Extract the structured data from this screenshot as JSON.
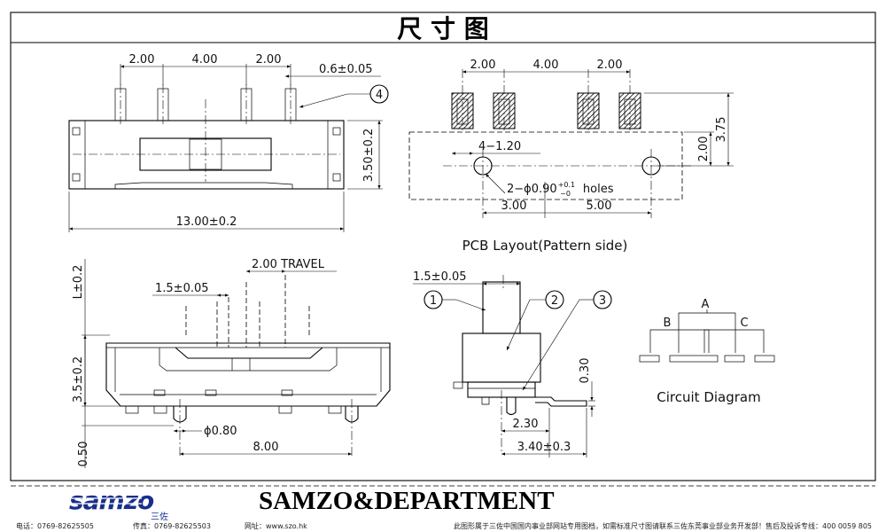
{
  "title": "尺    寸    图",
  "front_view": {
    "dim_top_1": "2.00",
    "dim_top_2": "4.00",
    "dim_top_3": "2.00",
    "dim_pin_width": "0.6±0.05",
    "callout_4": "4",
    "dim_height": "3.50±0.2",
    "dim_length": "13.00±0.2"
  },
  "pcb_layout": {
    "dim_top_1": "2.00",
    "dim_top_2": "4.00",
    "dim_top_3": "2.00",
    "dim_pad": "4−1.20",
    "dim_pad_height": "3.75",
    "dim_hole_offset": "2.00",
    "holes_prefix": "2−ϕ0.90",
    "holes_tol_upper": "+0.1",
    "holes_tol_lower": "−0",
    "holes_suffix": "holes",
    "dim_bottom_1": "3.00",
    "dim_bottom_2": "5.00",
    "caption": "PCB Layout(Pattern side)"
  },
  "side_view": {
    "dim_l": "L±0.2",
    "dim_travel": "2.00 TRAVEL",
    "dim_actuator": "1.5±0.05",
    "dim_body": "3.5±0.2",
    "dim_stub": "0.50",
    "dim_pin_dia": "ϕ0.80",
    "dim_pin_span": "8.00"
  },
  "end_view": {
    "dim_actuator": "1.5±0.05",
    "callout_1": "1",
    "callout_2": "2",
    "callout_3": "3",
    "dim_pin_thk": "0.30",
    "dim_inner": "2.30",
    "dim_outer": "3.40±0.3"
  },
  "circuit": {
    "label_a": "A",
    "label_b": "B",
    "label_c": "C",
    "caption": "Circuit Diagram"
  },
  "footer": {
    "brand": "SAMZO&DEPARTMENT",
    "logo_text": "samzo",
    "logo_sub": "三佐",
    "phone": "电话：0769-82625505",
    "fax": "传真：0769-82625503",
    "website": "网址：www.szo.hk",
    "notice": "此图形属于三佐中国国内事业部网站专用图档，如需标准尺寸图请联系三佐东莞事业部业务开发部！售后及投诉专线：400 0059 805"
  }
}
